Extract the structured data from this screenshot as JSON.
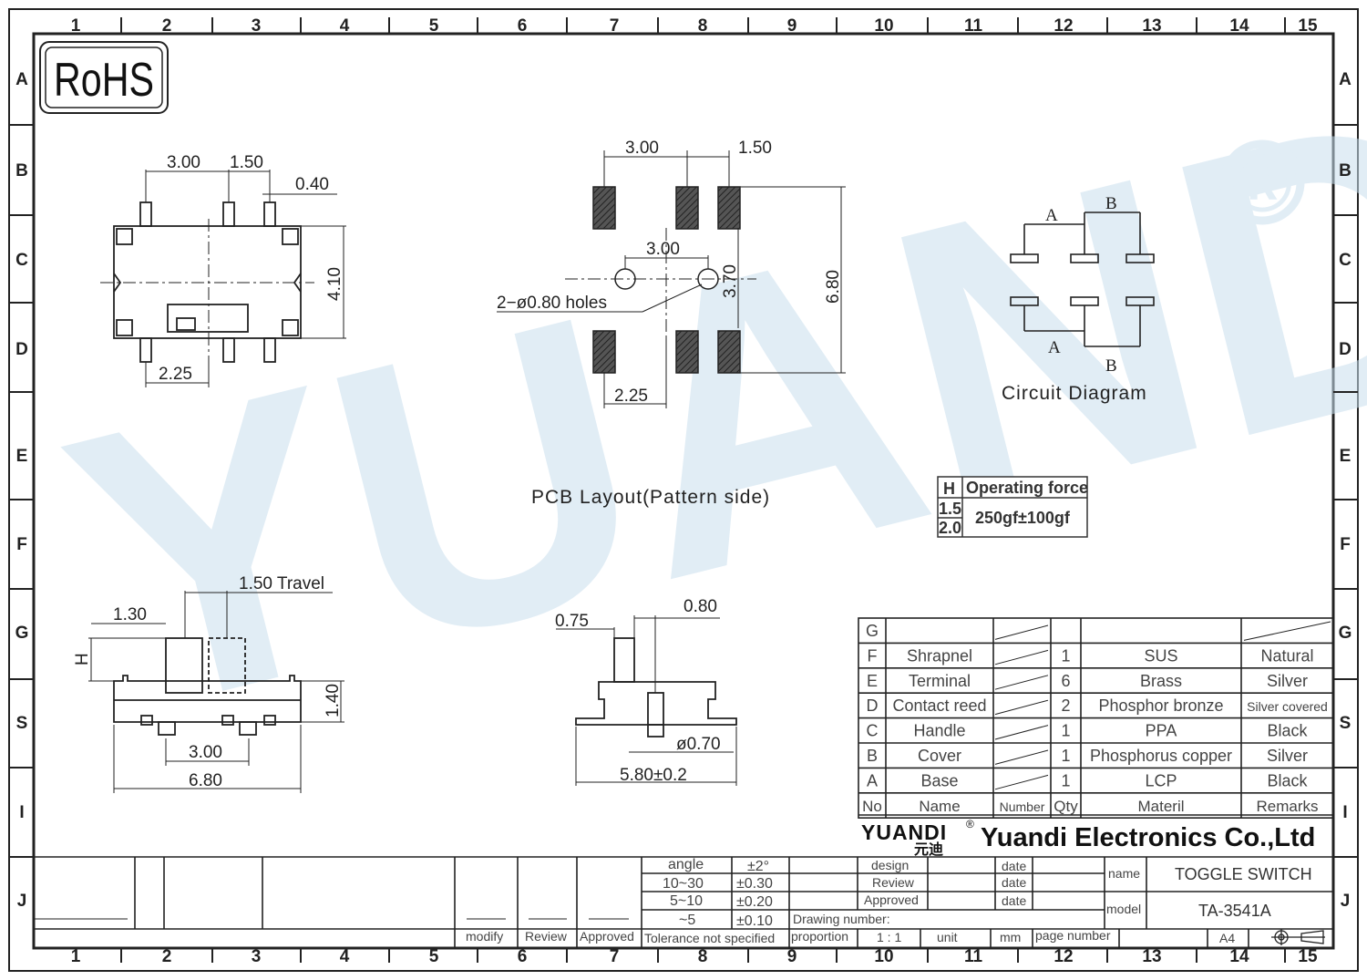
{
  "grid": {
    "columns": [
      "1",
      "2",
      "3",
      "4",
      "5",
      "6",
      "7",
      "8",
      "9",
      "10",
      "11",
      "12",
      "13",
      "14",
      "15"
    ],
    "rows_left": [
      "A",
      "B",
      "C",
      "D",
      "E",
      "F",
      "G",
      "S",
      "I",
      "J"
    ],
    "rows_right": [
      "A",
      "B",
      "C",
      "D",
      "E",
      "F",
      "G",
      "S",
      "I",
      "J"
    ]
  },
  "logo": {
    "rohs": "RoHS",
    "watermark": "YUANDI",
    "registered": "®"
  },
  "top_view": {
    "dims": [
      "3.00",
      "1.50",
      "0.40",
      "4.10",
      "2.25"
    ]
  },
  "pcb_layout": {
    "dims": [
      "3.00",
      "1.50",
      "3.00",
      "3.70",
      "6.80",
      "2.25"
    ],
    "holes_label": "2−ø0.80  holes",
    "caption": "PCB  Layout(Pattern  side)"
  },
  "circuit": {
    "labels": [
      "A",
      "B",
      "A",
      "B"
    ],
    "caption": "Circuit  Diagram"
  },
  "force_table": {
    "h_header": "H",
    "force_header": "Operating force",
    "h_values": [
      "1.5",
      "2.0"
    ],
    "force_value": "250gf±100gf"
  },
  "side_view": {
    "dims": [
      "1.50  Travel",
      "1.30",
      "H",
      "1.40",
      "3.00",
      "6.80"
    ]
  },
  "end_view": {
    "dims": [
      "0.75",
      "0.80",
      "ø0.70",
      "5.80±0.2"
    ]
  },
  "bom": {
    "rows": [
      {
        "no": "G",
        "name": "",
        "number": "",
        "qty": "",
        "material": "",
        "remarks": ""
      },
      {
        "no": "F",
        "name": "Shrapnel",
        "number": "",
        "qty": "1",
        "material": "SUS",
        "remarks": "Natural"
      },
      {
        "no": "E",
        "name": "Terminal",
        "number": "",
        "qty": "6",
        "material": "Brass",
        "remarks": "Silver"
      },
      {
        "no": "D",
        "name": "Contact reed",
        "number": "",
        "qty": "2",
        "material": "Phosphor bronze",
        "remarks": "Silver covered"
      },
      {
        "no": "C",
        "name": "Handle",
        "number": "",
        "qty": "1",
        "material": "PPA",
        "remarks": "Black"
      },
      {
        "no": "B",
        "name": "Cover",
        "number": "",
        "qty": "1",
        "material": "Phosphorus copper",
        "remarks": "Silver"
      },
      {
        "no": "A",
        "name": "Base",
        "number": "",
        "qty": "1",
        "material": "LCP",
        "remarks": "Black"
      }
    ],
    "header": {
      "no": "No",
      "name": "Name",
      "number": "Number",
      "qty": "Qty",
      "material": "Materil",
      "remarks": "Remarks"
    }
  },
  "company": {
    "logo_text": "YUANDI",
    "logo_cn": "元迪",
    "name": "Yuandi Electronics Co.,Ltd"
  },
  "title_block": {
    "angle_label": "angle",
    "angle_tol": "±2°",
    "ranges": [
      {
        "range": "10~30",
        "tol": "±0.30"
      },
      {
        "range": "5~10",
        "tol": "±0.20"
      },
      {
        "range": "~5",
        "tol": "±0.10"
      }
    ],
    "tolerance_note": "Tolerance not specified",
    "modify": "modify",
    "review": "Review",
    "approved": "Approved",
    "design": "design",
    "review2": "Review",
    "approved2": "Approved",
    "date1": "date",
    "date2": "date",
    "date3": "date",
    "name_label": "name",
    "name_value": "TOGGLE SWITCH",
    "model_label": "model",
    "model_value": "TA-3541A",
    "drawing_number": "Drawing number:",
    "proportion": "proportion",
    "scale": "1 : 1",
    "unit_label": "unit",
    "unit_value": "mm",
    "page_number": "page number",
    "paper": "A4"
  }
}
